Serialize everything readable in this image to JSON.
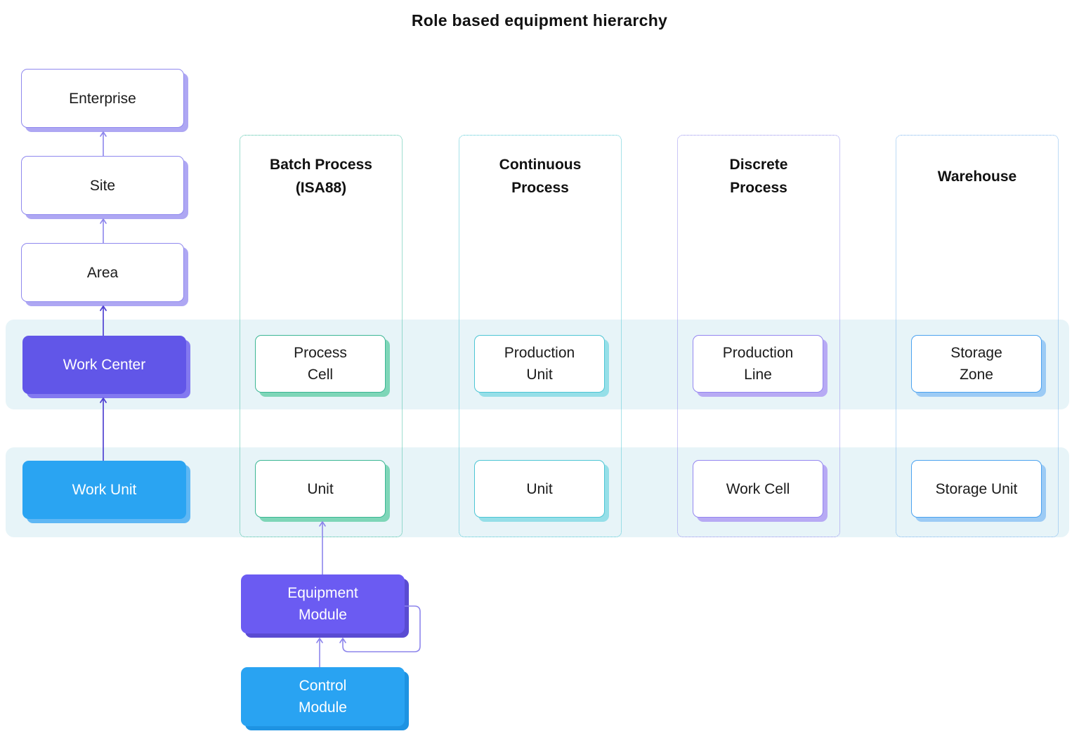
{
  "title": "Role based equipment hierarchy",
  "chain": {
    "nodes": [
      {
        "label": "Enterprise"
      },
      {
        "label": "Site"
      },
      {
        "label": "Area"
      },
      {
        "label": "Work Center"
      },
      {
        "label": "Work Unit"
      }
    ]
  },
  "columns": [
    {
      "title_lines": [
        "Batch Process",
        "(ISA88)"
      ],
      "work_center_level_node": "Process\nCell",
      "work_unit_level_node": "Unit"
    },
    {
      "title_lines": [
        "Continuous",
        "Process"
      ],
      "work_center_level_node": "Production\nUnit",
      "work_unit_level_node": "Unit"
    },
    {
      "title_lines": [
        "Discrete",
        "Process"
      ],
      "work_center_level_node": "Production\nLine",
      "work_unit_level_node": "Work Cell"
    },
    {
      "title_lines": [
        "Warehouse"
      ],
      "work_center_level_node": "Storage\nZone",
      "work_unit_level_node": "Storage Unit"
    }
  ],
  "modules": {
    "equipment": {
      "label": "Equipment\nModule"
    },
    "control": {
      "label": "Control\nModule"
    }
  },
  "colors": {
    "level_band": "#e7f4f8",
    "work_center_purple": "#6156e8",
    "work_unit_blue": "#2aa4f2",
    "equipment_module_purple": "#6b5bf2",
    "control_module_blue": "#29a3f2",
    "chain_box_border": "#8f88ee",
    "batch_accent_green": "#3bb694",
    "continuous_accent_teal": "#4cc5d4",
    "discrete_accent_purple": "#9486f0",
    "warehouse_accent_blue": "#4ba2ef",
    "arrow_light_purple": "#8d85ec",
    "arrow_dark_indigo": "#4f41d2"
  }
}
